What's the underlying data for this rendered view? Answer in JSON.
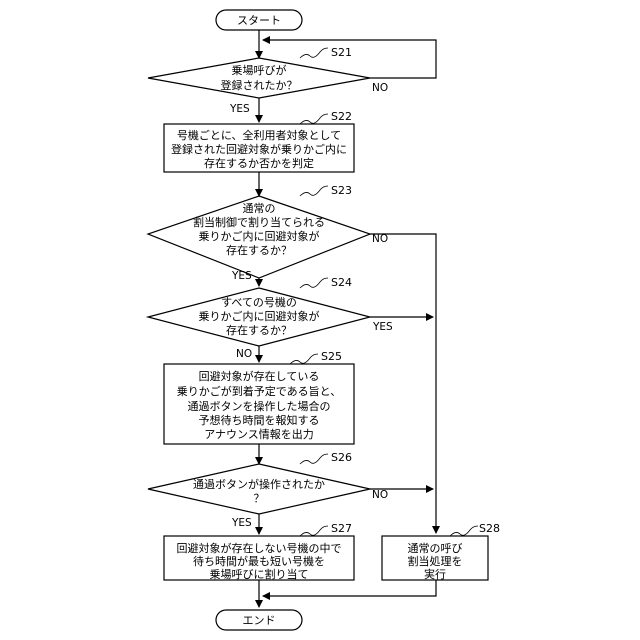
{
  "start": "スタート",
  "end": "エンド",
  "steps": {
    "s21": {
      "id": "S21",
      "lines": [
        "乗場呼びが",
        "登録されたか？"
      ]
    },
    "s22": {
      "id": "S22",
      "lines": [
        "号機ごとに、全利用者対象として",
        "登録された回避対象が乗りかご内に",
        "存在するか否かを判定"
      ]
    },
    "s23": {
      "id": "S23",
      "lines": [
        "通常の",
        "割当制御で割り当てられる",
        "乗りかご内に回避対象が",
        "存在するか？"
      ]
    },
    "s24": {
      "id": "S24",
      "lines": [
        "すべての号機の",
        "乗りかご内に回避対象が",
        "存在するか？"
      ]
    },
    "s25": {
      "id": "S25",
      "lines": [
        "回避対象が存在している",
        "乗りかごが到着予定である旨と、",
        "通過ボタンを操作した場合の",
        "予想待ち時間を報知する",
        "アナウンス情報を出力"
      ]
    },
    "s26": {
      "id": "S26",
      "lines": [
        "通過ボタンが操作されたか",
        "？"
      ]
    },
    "s27": {
      "id": "S27",
      "lines": [
        "回避対象が存在しない号機の中で",
        "待ち時間が最も短い号機を",
        "乗場呼びに割り当て"
      ]
    },
    "s28": {
      "id": "S28",
      "lines": [
        "通常の呼び",
        "割当処理を",
        "実行"
      ]
    }
  },
  "labels": {
    "yes": "YES",
    "no": "NO"
  }
}
